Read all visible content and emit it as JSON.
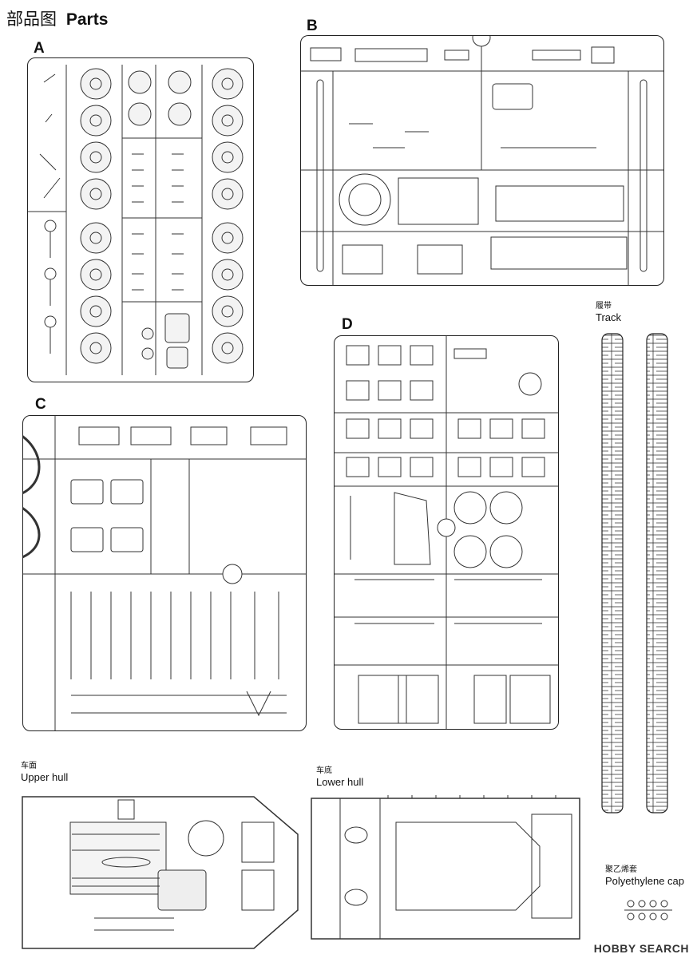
{
  "page_title": {
    "zh": "部品图",
    "en": "Parts"
  },
  "sprues": {
    "a": {
      "letter": "A"
    },
    "b": {
      "letter": "B"
    },
    "c": {
      "letter": "C"
    },
    "d": {
      "letter": "D"
    }
  },
  "labels": {
    "track": {
      "zh": "履带",
      "en": "Track"
    },
    "upper_hull": {
      "zh": "车面",
      "en": "Upper hull"
    },
    "lower_hull": {
      "zh": "车底",
      "en": "Lower hull"
    },
    "poly_cap": {
      "zh": "聚乙烯套",
      "en": "Polyethylene cap"
    }
  },
  "watermark": "HOBBY SEARCH"
}
